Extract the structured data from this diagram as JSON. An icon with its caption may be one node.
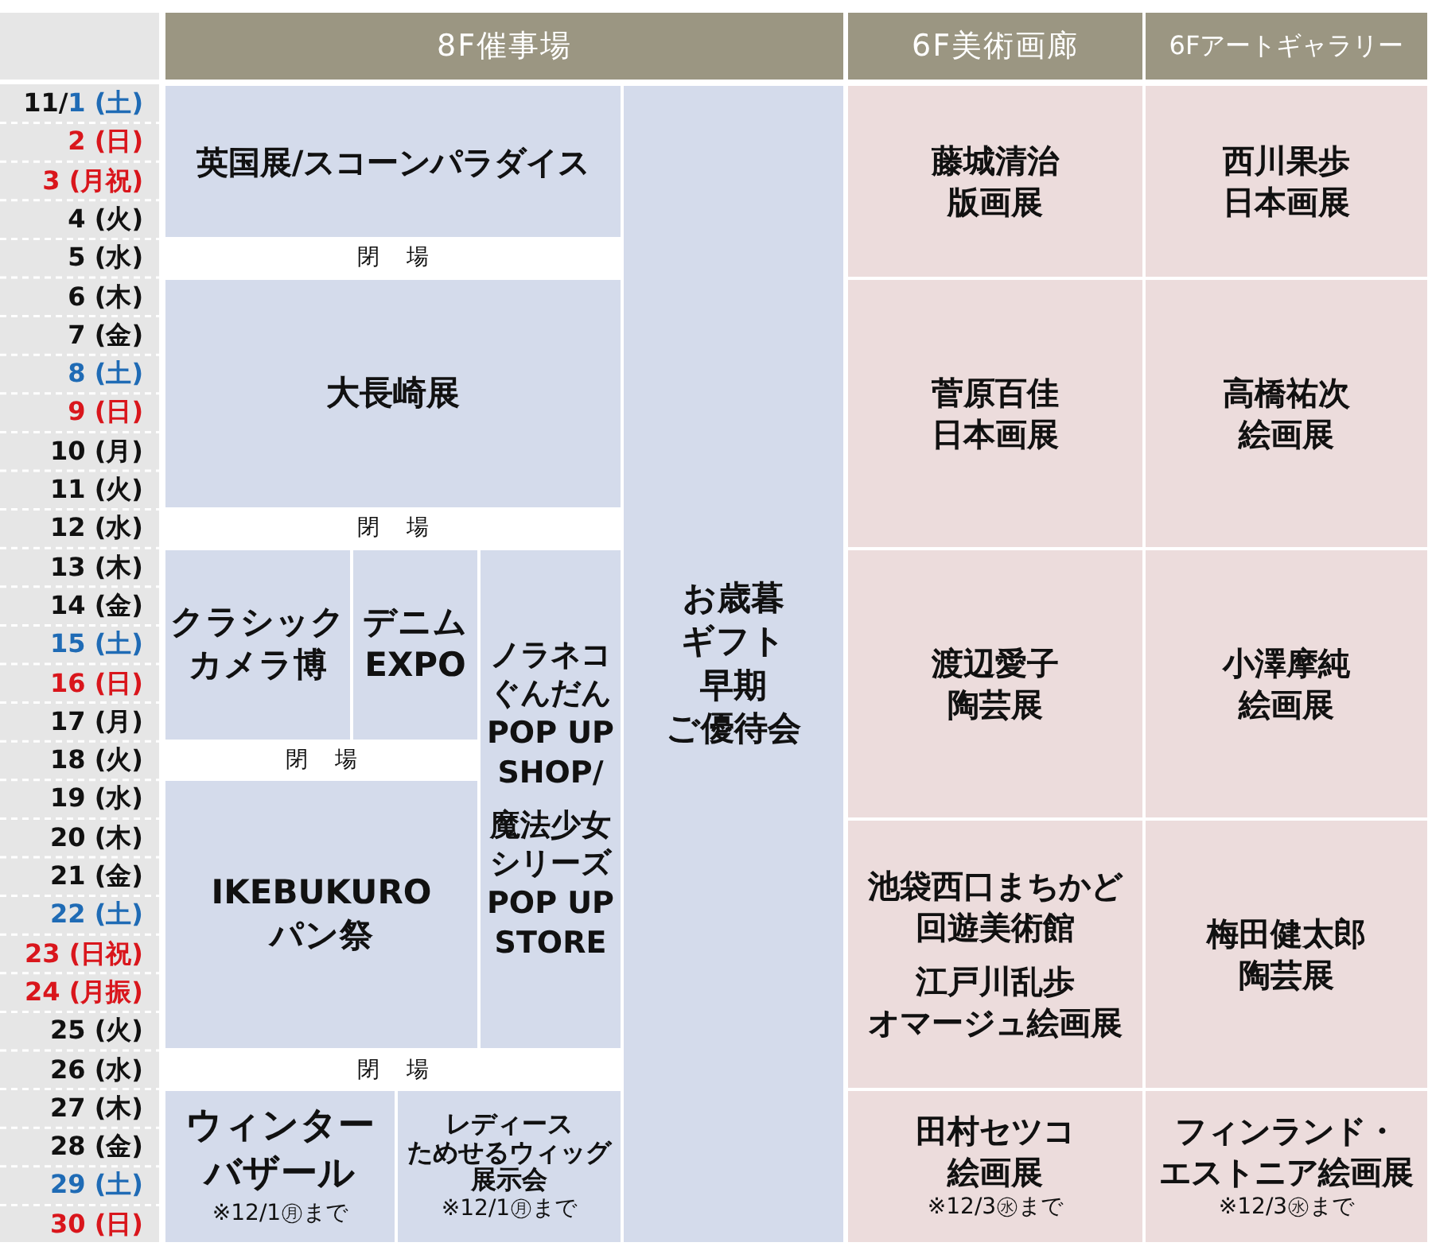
{
  "diagram": {
    "labels": [
      "8F催事場",
      "6F美術画廊",
      "6Fアートギャラリー",
      "11/1 (土)",
      "2 (日)",
      "3 (月祝)",
      "4 (火)",
      "5 (水)",
      "6 (木)",
      "7 (金)",
      "8 (土)",
      "9 (日)",
      "10 (月)",
      "11 (火)",
      "12 (水)",
      "13 (木)",
      "14 (金)",
      "15 (土)",
      "16 (日)",
      "17 (月)",
      "18 (火)",
      "19 (水)",
      "20 (木)",
      "21 (金)",
      "22 (土)",
      "23 (日祝)",
      "24 (月振)",
      "25 (火)",
      "26 (水)",
      "27 (木)",
      "28 (金)",
      "29 (土)",
      "30 (日)",
      "英国展/スコーンパラダイス",
      "お歳暮ギフト早期ご優待会",
      "藤城清治版画展",
      "西川果歩日本画展",
      "閉場",
      "大長崎展",
      "菅原百佳日本画展",
      "高橋祐次絵画展",
      "閉場",
      "クラシックカメラ博",
      "デニムEXPO",
      "ノラネコぐんだん POP UP SHOP/",
      "魔法少女シリーズ POP UP STORE",
      "渡辺愛子陶芸展",
      "小澤摩純絵画展",
      "閉場",
      "IKEBUKURO パン祭",
      "池袋西口まちかど回遊美術館",
      "江戸川乱歩オマージュ絵画展",
      "梅田健太郎陶芸展",
      "閉場",
      "ウィンターバザール",
      "※12/1㊊まで",
      "レディースためせるウィッグ展示会",
      "※12/1㊊まで",
      "田村セツコ絵画展",
      "※12/3㊌まで",
      "フィンランド・エストニア絵画展",
      "※12/3㊌まで"
    ]
  }
}
